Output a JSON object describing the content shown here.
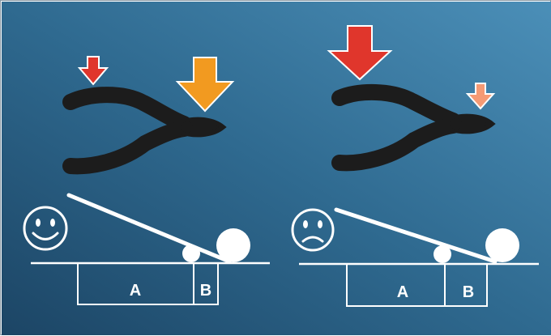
{
  "colors": {
    "background_dark": "#1f4a6a",
    "background_light": "#4a8cb4",
    "line": "#ffffff",
    "tool": "#1f1f1f",
    "force_small_red": "#e0362c",
    "force_large_orange": "#f29a20",
    "force_large_red": "#e0362c",
    "force_small_salmon": "#f59a74"
  },
  "panels": [
    {
      "name": "left",
      "face": "smiley-happy-icon",
      "segments": {
        "long": "A",
        "short": "B"
      }
    },
    {
      "name": "right",
      "face": "smiley-sad-icon",
      "segments": {
        "long": "A",
        "short": "B"
      }
    }
  ]
}
